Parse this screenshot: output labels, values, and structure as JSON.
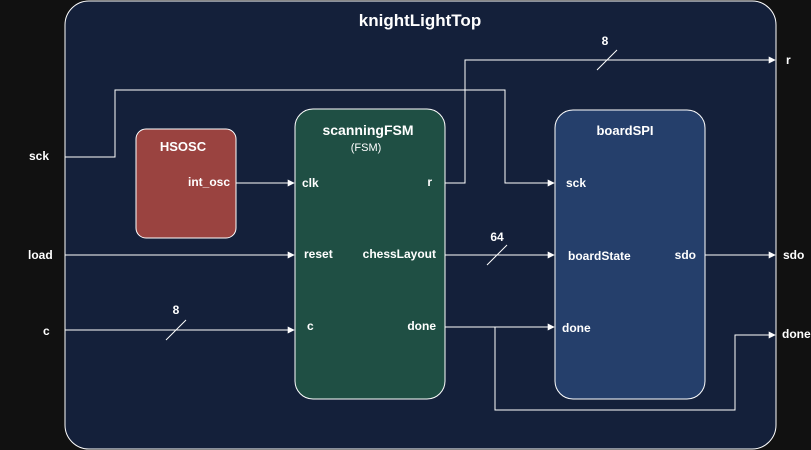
{
  "colors": {
    "background": "#111111",
    "top_fill": "#14203a",
    "hsosc_fill": "#9a4340",
    "fsm_fill": "#1f4f44",
    "spi_fill": "#253f6b",
    "stroke": "#ffffff"
  },
  "top_module": {
    "name": "knightLightTop"
  },
  "external_ports": {
    "sck": "sck",
    "load": "load",
    "c": "c",
    "r": "r",
    "sdo": "sdo",
    "done": "done"
  },
  "blocks": {
    "hsosc": {
      "name": "HSOSC",
      "port_int_osc": "int_osc"
    },
    "fsm": {
      "name": "scanningFSM",
      "subtitle": "(FSM)",
      "port_clk": "clk",
      "port_reset": "reset",
      "port_c": "c",
      "port_r": "r",
      "port_chessLayout": "chessLayout",
      "port_done": "done"
    },
    "spi": {
      "name": "boardSPI",
      "port_sck": "sck",
      "port_boardState": "boardState",
      "port_done": "done",
      "port_sdo": "sdo"
    }
  },
  "bus_widths": {
    "r": "8",
    "chessLayout": "64",
    "c": "8"
  }
}
